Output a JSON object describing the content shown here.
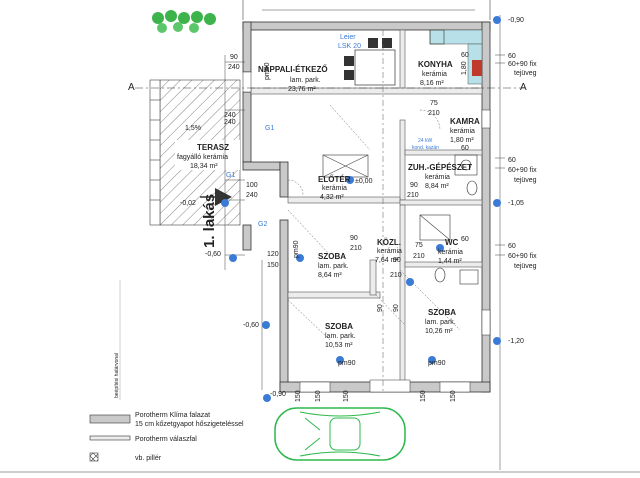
{
  "rooms": {
    "nappali": {
      "name": "NAPPALI-ÉTKEZŐ",
      "floor": "lam. park.",
      "area": "23,76 m²"
    },
    "konyha": {
      "name": "KONYHA",
      "floor": "kerámia",
      "area": "8,16 m²"
    },
    "kamra": {
      "name": "KAMRA",
      "floor": "kerámia",
      "area": "1,80 m²"
    },
    "gepeszet": {
      "name": "ZUH.-GÉPÉSZET",
      "floor": "kerámia",
      "area": "8,84 m²"
    },
    "eloter": {
      "name": "ELŐTÉR",
      "floor": "kerámia",
      "area": "4,32 m²"
    },
    "terasz": {
      "name": "TERASZ",
      "floor": "fagyálló kerámia",
      "area": "18,34 m²"
    },
    "kozl": {
      "name": "KÖZL.",
      "floor": "kerámia",
      "area": "7,64 m²"
    },
    "wc": {
      "name": "WC",
      "floor": "kerámia",
      "area": "1,44 m²"
    },
    "szoba1": {
      "name": "SZOBA",
      "floor": "lam. park.",
      "area": "8,64 m²"
    },
    "szoba2": {
      "name": "SZOBA",
      "floor": "lam. park.",
      "area": "10,53 m²"
    },
    "szoba3": {
      "name": "SZOBA",
      "floor": "lam. park.",
      "area": "10,26 m²"
    }
  },
  "labels": {
    "lakas": "1. lakás",
    "leier": "Leier",
    "lsk": "LSK 20",
    "kazan1": "24 kW",
    "kazan2": "kond. kazán",
    "slope": "1,5%",
    "level_zero": "±0,00",
    "level_m002": "-0,02",
    "level_m060a": "-0,60",
    "level_m060b": "-0,60",
    "level_m090a": "-0,90",
    "level_m090b": "-0,90",
    "level_m105": "-1,05",
    "level_m120": "-1,20",
    "section_left": "A",
    "section_right": "A",
    "hatarvonal": "beépítési határvonal",
    "g1a": "G1",
    "g1b": "G1",
    "g2": "G2"
  },
  "dimensions": {
    "d90a": "90",
    "d240a": "240",
    "d240b": "240",
    "d240c": "240",
    "d100": "100",
    "d240d": "240",
    "d120": "120",
    "d150": "150",
    "d90b": "90",
    "d210a": "210",
    "d90c": "90",
    "d210b": "210",
    "d75a": "75",
    "d210c": "210",
    "d75b": "75",
    "d210d": "210",
    "d90d": "90",
    "d210e": "210",
    "d90e": "90",
    "d90f": "90",
    "d150b": "150",
    "d150c": "150",
    "d150d": "150",
    "d150e": "150",
    "d150f": "150",
    "pm90a": "pm90",
    "pm90b": "pm90",
    "pm90c": "pm90",
    "pm90d": "pm90",
    "d180": "1,80",
    "d60a": "60",
    "d60b": "60",
    "d60c": "60",
    "d60d": "60",
    "d60e": "60",
    "d60f": "60",
    "fix1": "60+90 fix",
    "fix1b": "tejüveg",
    "fix2": "60+90 fix",
    "fix2b": "tejüveg",
    "fix3": "60+90 fix",
    "fix3b": "tejüveg"
  },
  "legend": {
    "wall1": "Porotherm Klíma falazat",
    "wall1b": "15 cm kőzetgyapot hőszigeteléssel",
    "wall2": "Porotherm válaszfal",
    "pillar": "vb. pillér"
  },
  "colors": {
    "wall": "#c9c9c9",
    "car": "#2db84c",
    "trees": "#3cb44b",
    "kitchen": "#b7e0e8",
    "level_marker": "#3a7bd5",
    "fridge": "#c0392b"
  }
}
